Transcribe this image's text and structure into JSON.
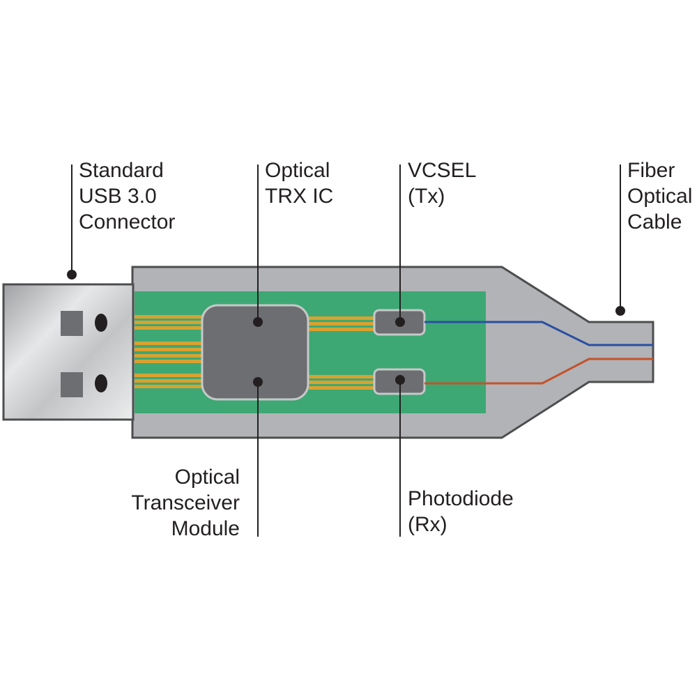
{
  "labels": {
    "usb_connector": [
      "Standard",
      "USB 3.0",
      "Connector"
    ],
    "trx_ic": [
      "Optical",
      "TRX IC"
    ],
    "vcsel": [
      "VCSEL",
      "(Tx)"
    ],
    "fiber_cable": [
      "Fiber",
      "Optical",
      "Cable"
    ],
    "transceiver_module": [
      "Optical",
      "Transceiver",
      "Module"
    ],
    "photodiode": [
      "Photodiode",
      "(Rx)"
    ]
  },
  "colors": {
    "housing": "#b1b3b6",
    "housing_stroke": "#4d4d4f",
    "pcb": "#3da874",
    "chip": "#6d6e71",
    "chip_stroke": "#c7c8ca",
    "gold_trace": "#d9a230",
    "tx_fiber": "#2b4ea2",
    "rx_fiber": "#c4522a",
    "leader": "#231f20"
  }
}
